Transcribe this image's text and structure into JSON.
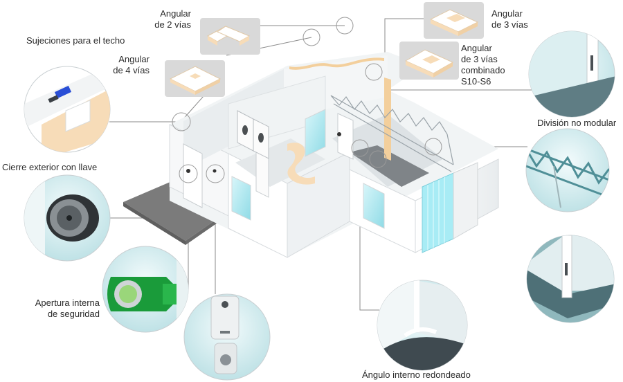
{
  "labels": {
    "angular_2": [
      "Angular",
      "de 2 vías"
    ],
    "angular_3": [
      "Angular",
      "de 3 vías"
    ],
    "angular_3c": [
      "Angular",
      "de 3 vías",
      "combinado",
      "S10-S6"
    ],
    "angular_4": [
      "Angular",
      "de 4 vías"
    ],
    "sujeciones": "Sujeciones para el techo",
    "cierre": "Cierre exterior con llave",
    "apertura": [
      "Apertura interna",
      "de seguridad"
    ],
    "division": "División no modular",
    "angulo": "Ángulo interno redondeado"
  },
  "icons": [
    "corner-2way-icon",
    "corner-3way-icon",
    "corner-3way-combined-icon",
    "corner-4way-icon"
  ],
  "colors": {
    "wall": "#f4f6f7",
    "wall_shade": "#e3e7ea",
    "floor": "#7d7d7d",
    "panel_core": "#f7dcb8",
    "glass": "#a6e6ef",
    "detail_bg": "#d9eef0",
    "truss": "#b8c2c8",
    "line": "#8a8a8a"
  }
}
